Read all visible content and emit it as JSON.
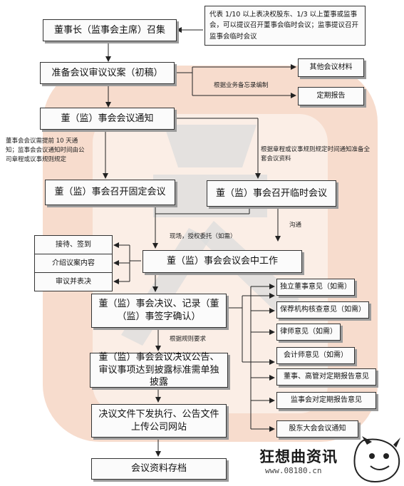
{
  "nodes": {
    "convene": "董事长（监事会主席）召集",
    "note_top": "代表 1/10 以上表决权股东、1/3 以上董事或监事会，可以提议召开董事会临时会议；监事提议召开监事会临时会议",
    "prepare": "准备会议审议议案（初稿）",
    "other_materials": "其他会议材料",
    "periodic_report": "定期报告",
    "notice": "董（监）事会会议通知",
    "fixed_meeting": "董（监）事会召开固定会议",
    "temp_meeting": "董（监）事会召开临时会议",
    "reception": "接待、签到",
    "intro": "介绍议案内容",
    "review_vote": "审议并表决",
    "midwork": "董（监）事会会议会中工作",
    "resolution": "董（监）事会决议、记录（董（监）事签字确认）",
    "announcement": "董（监）事会会议决议公告、审议事项达到披露标准需单独披露",
    "distribute": "决议文件下发执行、公告文件上传公司网站",
    "archive": "会议资料存档",
    "op1": "独立董事意见（如需）",
    "op2": "保荐机构核查意见（如需）",
    "op3": "律师意见（如需）",
    "op4": "会计师意见（如需）",
    "op5": "董事、高管对定期报告意见",
    "op6": "监事会对定期报告意见",
    "op7": "股东大会会议通知"
  },
  "labels": {
    "by_business": "根据业务备忘录编制",
    "notice_left": "董事会会议需提前 10 天通知；监事会会议通知时间由公司章程或议事规则规定",
    "notice_right": "根据章程或议事规则规定时间通知准备全套会议资料",
    "onsite": "现场，授权委托（如需）",
    "communicate": "沟通",
    "by_rules": "根据规则要求"
  },
  "logo": {
    "text": "狂想曲资讯",
    "url": "www.08180.cn"
  },
  "colors": {
    "watermark": "#f7dccd",
    "watermark_dark": "#dcdcdc",
    "line": "#222222"
  }
}
